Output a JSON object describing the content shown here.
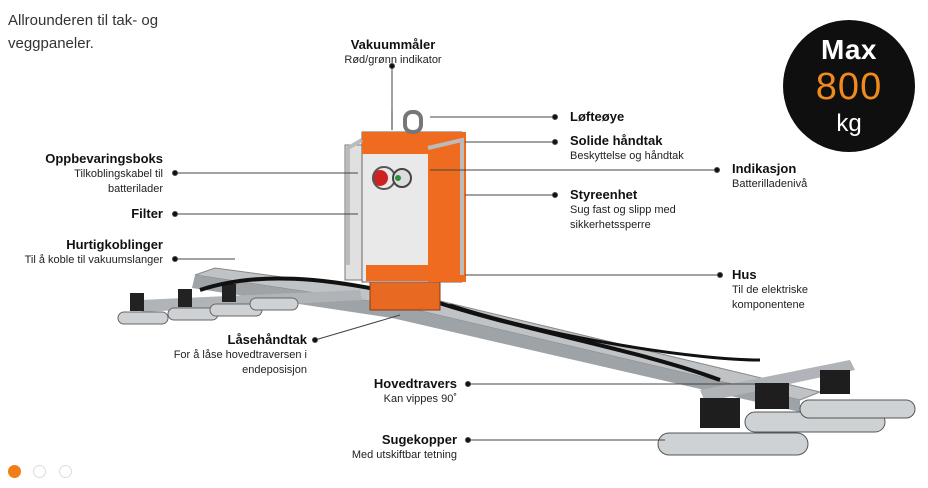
{
  "intro": "Allrounderen til tak- og veggpaneler.",
  "badge": {
    "max": "Max",
    "value": "800",
    "unit": "kg"
  },
  "labels": {
    "vakuummaler": {
      "title": "Vakuummåler",
      "desc": "Rød/grønn indikator"
    },
    "lofteoye": {
      "title": "Løfteøye",
      "desc": ""
    },
    "solide": {
      "title": "Solide håndtak",
      "desc": "Beskyttelse og håndtak"
    },
    "indikasjon": {
      "title": "Indikasjon",
      "desc": "Batterilladenivå"
    },
    "styreenhet": {
      "title": "Styreenhet",
      "desc": "Sug fast og slipp med sikkerhetssperre"
    },
    "hus": {
      "title": "Hus",
      "desc": "Til de elektriske komponentene"
    },
    "oppbevaring": {
      "title": "Oppbevaringsboks",
      "desc": "Tilkoblingskabel til batterilader"
    },
    "filter": {
      "title": "Filter",
      "desc": ""
    },
    "hurtig": {
      "title": "Hurtigkoblinger",
      "desc": "Til å koble til vakuumslanger"
    },
    "lase": {
      "title": "Låsehåndtak",
      "desc": "For å låse hovedtraversen i endeposisjon"
    },
    "hovedtravers": {
      "title": "Hovedtravers",
      "desc": "Kan vippes 90˚"
    },
    "sugekopper": {
      "title": "Sugekopper",
      "desc": "Med utskiftbar tetning"
    }
  },
  "carousel": {
    "count": 3,
    "active": 0
  },
  "colors": {
    "accent": "#f07d16",
    "badge_bg": "#0f0f0f"
  }
}
